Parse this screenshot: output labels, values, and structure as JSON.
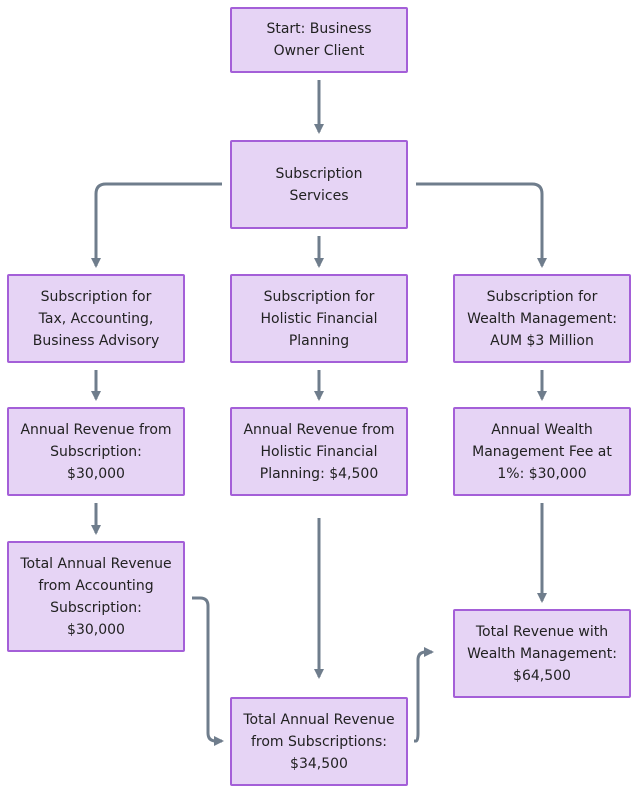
{
  "nodes": {
    "start": [
      "Start: Business",
      "Owner Client"
    ],
    "subscription_services": [
      "Subscription",
      "Services"
    ],
    "sub_tax": [
      "Subscription for",
      "Tax, Accounting,",
      "Business Advisory"
    ],
    "sub_holistic": [
      "Subscription for",
      "Holistic Financial",
      "Planning"
    ],
    "sub_wealth": [
      "Subscription for",
      "Wealth Management:",
      "AUM $3 Million"
    ],
    "rev_subscription": [
      "Annual Revenue from",
      "Subscription:",
      "$30,000"
    ],
    "rev_holistic": [
      "Annual Revenue from",
      "Holistic Financial",
      "Planning: $4,500"
    ],
    "fee_wealth": [
      "Annual Wealth",
      "Management Fee at",
      "1%: $30,000"
    ],
    "total_accounting": [
      "Total Annual Revenue",
      "from Accounting",
      "Subscription:",
      "$30,000"
    ],
    "total_wealth": [
      "Total Revenue with",
      "Wealth Management:",
      "$64,500"
    ],
    "total_subscriptions": [
      "Total Annual Revenue",
      "from Subscriptions:",
      "$34,500"
    ]
  },
  "colors": {
    "node_fill": "#e6d4f5",
    "node_border": "#a45fd8",
    "edge": "#6f7d8c",
    "text": "#222222"
  }
}
